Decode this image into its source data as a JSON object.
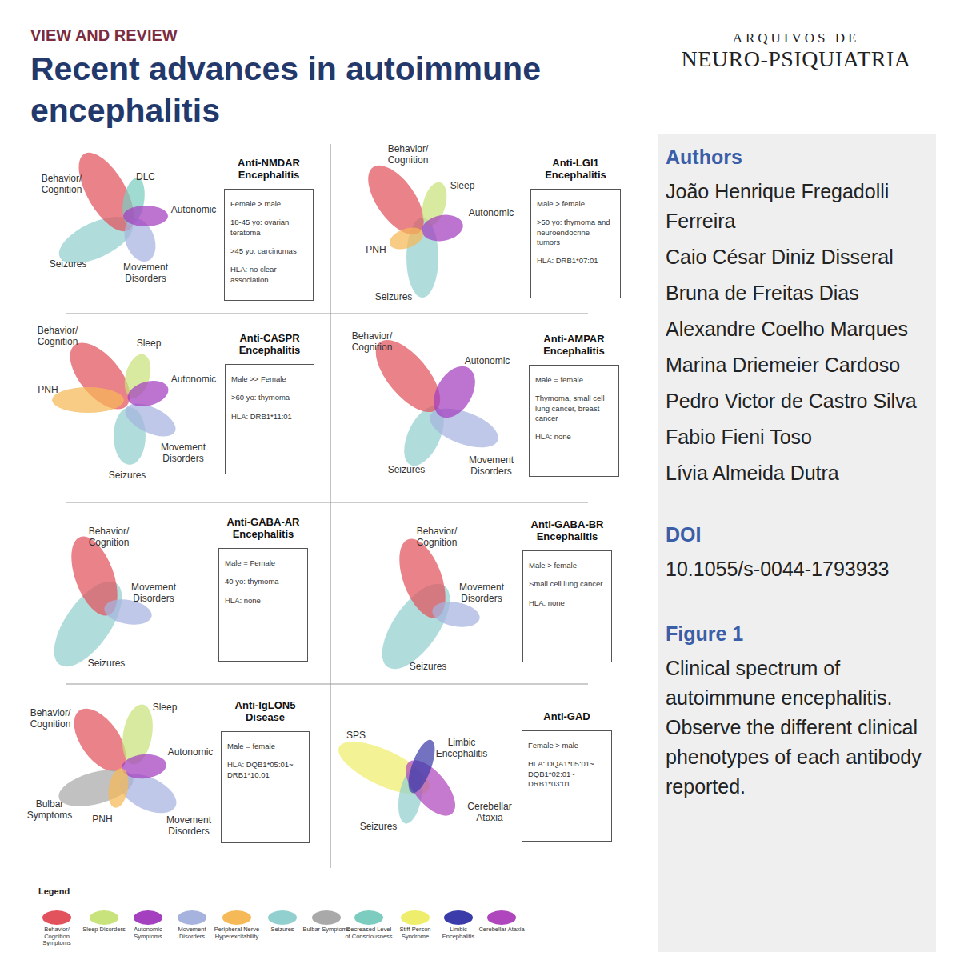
{
  "diagram": {
    "title": "Recent advances in autoimmune encephalitis",
    "nodes": [
      {
        "text": [
          "Anti-NMDAR Encephalitis",
          "Female > male",
          "18-45 yo: ovarian teratoma",
          ">45 yo: carcinomas",
          "HLA: no clear association"
        ]
      },
      {
        "text": [
          "Anti-LGI1 Encephalitis",
          "Male > female",
          ">50 yo: thymoma and neuroendocrine tumors",
          "HLA: DRB1*07:01"
        ]
      },
      {
        "text": [
          "Anti-CASPR Encephalitis",
          "Male >> Female",
          ">60 yo: thymoma",
          "HLA: DRB1*11:01"
        ]
      },
      {
        "text": [
          "Anti-AMPAR Encephalitis",
          "Male = female",
          "Thymoma, small cell lung cancer, breast cancer",
          "HLA: none"
        ]
      },
      {
        "text": [
          "Anti-GABA-AR Encephalitis",
          "Male = Female",
          "40 yo: thymoma",
          "HLA: none"
        ]
      },
      {
        "text": [
          "Anti-GABA-BR Encephalitis",
          "Male > female",
          "Small cell lung cancer",
          "HLA: none"
        ]
      },
      {
        "text": [
          "Anti-IgLON5 Disease",
          "Male = female",
          "HLA: DQB1*05:01~ DRB1*10:01"
        ]
      },
      {
        "text": [
          "Anti-GAD",
          "Female > male",
          "HLA: DQA1*05:01~ DQB1*02:01~ DRB1*03:01"
        ]
      },
      {
        "text": [
          "Authors",
          "João Henrique Fregadolli Ferreira",
          "Caio César Diniz Disseral",
          "Bruna de Freitas Dias",
          "Alexandre Coelho Marques",
          "Marina Driemeier Cardoso",
          "Pedro Victor de Castro Silva",
          "Fabio Fieni Toso",
          "Lívia Almeida Dutra",
          "DOI",
          "10.1055/s-0044-1793933",
          "Figure 1",
          "Clinical spectrum of autoimmune encephalitis. Observe the different clinical phenotypes of each antibody reported."
        ]
      }
    ],
    "labels": [
      "VIEW AND REVIEW",
      "ARQUIVOS DE",
      "NEURO-PSIQUIATRIA",
      "Behavior/ Cognition",
      "DLC",
      "Autonomic",
      "Seizures",
      "Movement Disorders",
      "Behavior/ Cognition",
      "Sleep",
      "Autonomic",
      "PNH",
      "Seizures",
      "Behavior/ Cognition",
      "Sleep",
      "Autonomic",
      "PNH",
      "Movement Disorders",
      "Seizures",
      "Behavior/ Cognition",
      "Autonomic",
      "Seizures",
      "Movement Disorders",
      "Behavior/ Cognition",
      "Movement Disorders",
      "Seizures",
      "Behavior/ Cognition",
      "Movement Disorders",
      "Seizures",
      "Behavior/ Cognition",
      "Sleep",
      "Autonomic",
      "Bulbar Symptoms",
      "PNH",
      "Movement Disorders",
      "SPS",
      "Limbic Encephalitis",
      "Cerebellar Ataxia",
      "Seizures",
      "Legend"
    ],
    "legend": [
      {
        "text": "Behavior/ Cognition Symptoms",
        "color": "#e2525c"
      },
      {
        "text": "Sleep Disorders",
        "color": "#c8e27c"
      },
      {
        "text": "Autonomic Symptoms",
        "color": "#a43fbf"
      },
      {
        "text": "Movement Disorders",
        "color": "#a6b3df"
      },
      {
        "text": "Peripheral Nerve Hyperexcitability",
        "color": "#f6b957"
      },
      {
        "text": "Seizures",
        "color": "#92d0cf"
      },
      {
        "text": "Bulbar Symptoms",
        "color": "#a9a9a9"
      },
      {
        "text": "Decreased Level of Consciousness",
        "color": "#7ccdc0"
      },
      {
        "text": "Stiff-Person Syndrome",
        "color": "#eeee6c"
      },
      {
        "text": "Limbic Encephalitis",
        "color": "#3b3ca9"
      },
      {
        "text": "Cerebellar Ataxia",
        "color": "#b046bd"
      }
    ]
  }
}
